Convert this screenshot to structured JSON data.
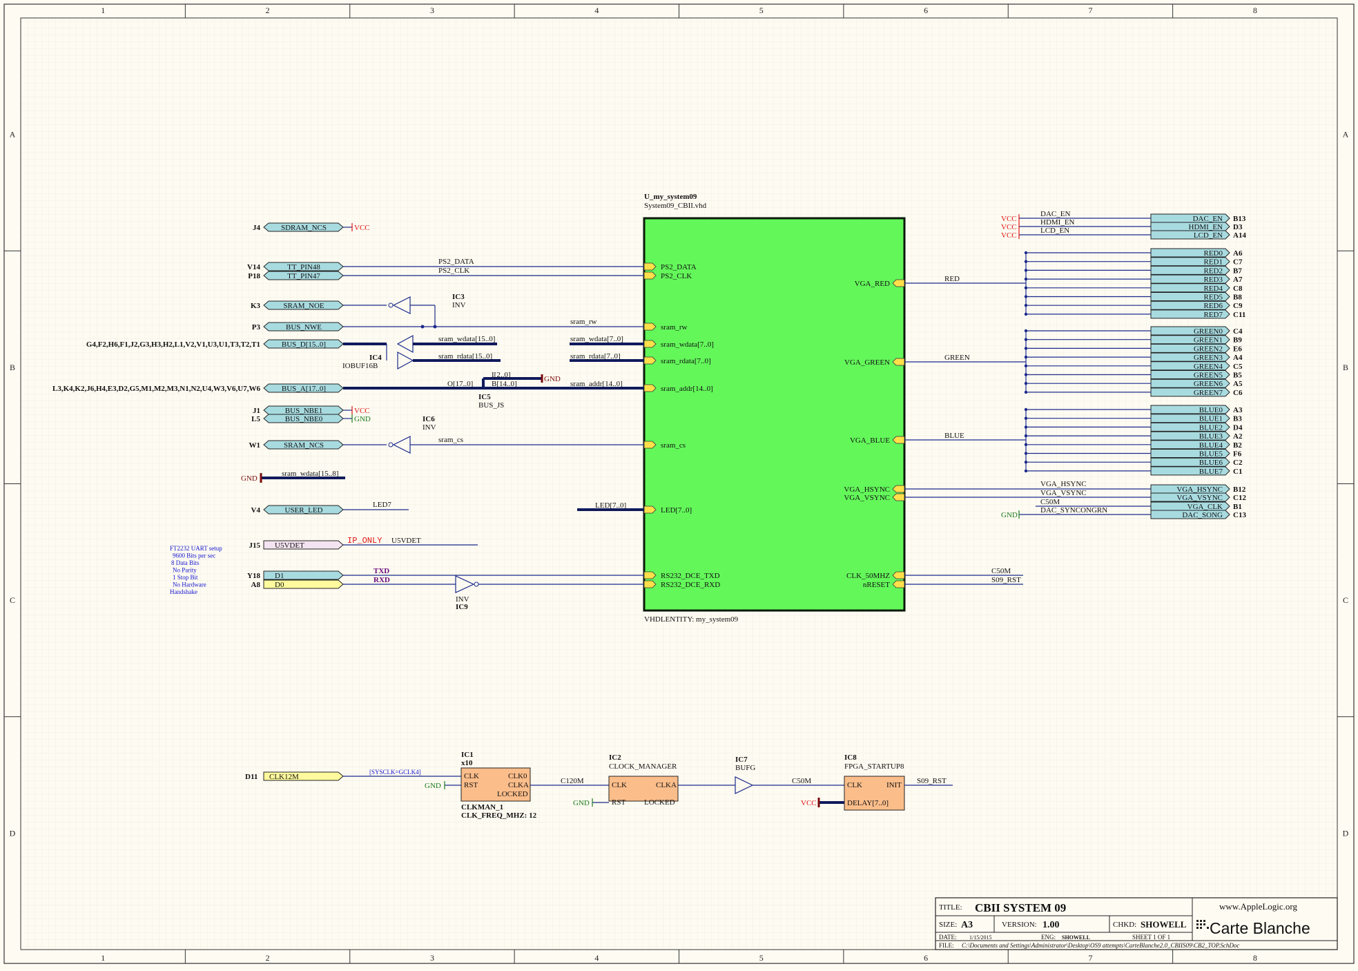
{
  "zones": {
    "columns": [
      "1",
      "2",
      "3",
      "4",
      "5",
      "6",
      "7",
      "8"
    ],
    "rows": [
      "A",
      "B",
      "C",
      "D"
    ]
  },
  "main_block": {
    "ref": "U_my_system09",
    "file": "System09_CBII.vhd",
    "entity": "VHDLENTITY: my_system09",
    "left_pins": [
      "PS2_DATA",
      "PS2_CLK",
      "sram_rw",
      "sram_wdata[7..0]",
      "sram_rdata[7..0]",
      "sram_addr[14..0]",
      "sram_cs",
      "LED[7..0]",
      "RS232_DCE_TXD",
      "RS232_DCE_RXD"
    ],
    "right_pins": [
      "VGA_RED",
      "VGA_GREEN",
      "VGA_BLUE",
      "VGA_HSYNC",
      "VGA_VSYNC",
      "CLK_50MHZ",
      "nRESET"
    ]
  },
  "left_ports": [
    {
      "pin": "J4",
      "name": "SDRAM_NCS",
      "net": "VCC"
    },
    {
      "pin": "V14",
      "name": "TT_PIN48",
      "net": "PS2_DATA"
    },
    {
      "pin": "P18",
      "name": "TT_PIN47",
      "net": "PS2_CLK"
    },
    {
      "pin": "K3",
      "name": "SRAM_NOE",
      "net": ""
    },
    {
      "pin": "P3",
      "name": "BUS_NWE",
      "net": "sram_rw"
    },
    {
      "pin": "G4,F2,H6,F1,J2,G3,H3,H2,L1,V2,V1,U3,U1,T3,T2,T1",
      "name": "BUS_D[15..0]",
      "net": "sram_wdata[15..0]"
    },
    {
      "pin": "L3,K4,K2,J6,H4,E3,D2,G5,M1,M2,M3,N1,N2,U4,W3,V6,U7,W6",
      "name": "BUS_A[17..0]",
      "net": "O[17..0]"
    },
    {
      "pin": "J1",
      "name": "BUS_NBE1",
      "net": "VCC"
    },
    {
      "pin": "L5",
      "name": "BUS_NBE0",
      "net": "GND"
    },
    {
      "pin": "W1",
      "name": "SRAM_NCS",
      "net": "sram_cs"
    },
    {
      "pin": "V4",
      "name": "USER_LED",
      "net": "LED7"
    },
    {
      "pin": "J15",
      "name": "U5VDET",
      "net": "U5VDET"
    },
    {
      "pin": "Y18",
      "name": "D1",
      "net": "TXD"
    },
    {
      "pin": "A8",
      "name": "D0",
      "net": "RXD"
    }
  ],
  "nets": {
    "ps2_data": "PS2_DATA",
    "ps2_clk": "PS2_CLK",
    "sram_rw": "sram_rw",
    "sram_wdata16": "sram_wdata[15..0]",
    "sram_rdata16": "sram_rdata[15..0]",
    "sram_wdata8": "sram_wdata[7..0]",
    "sram_rdata8": "sram_rdata[7..0]",
    "sram_addr": "sram_addr[14..0]",
    "bus_i": "I[2..0]",
    "bus_b": "B[14..0]",
    "bus_o": "O[17..0]",
    "sram_cs": "sram_cs",
    "sram_wdata_hi": "sram_wdata[15..8]",
    "led7": "LED7",
    "led_bus": "LED[7..0]",
    "u5vdet": "U5VDET",
    "ip_only": "IP_ONLY",
    "txd": "TXD",
    "rxd": "RXD",
    "red": "RED",
    "green": "GREEN",
    "blue": "BLUE",
    "vga_hsync": "VGA_HSYNC",
    "vga_vsync": "VGA_VSYNC",
    "c50m": "C50M",
    "dac_syncongrn": "DAC_SYNCONGRN",
    "s09_rst": "S09_RST",
    "c120m": "C120M",
    "sysclk": "[SYSCLK=GCLK4]",
    "dac_en": "DAC_EN",
    "hdmi_en": "HDMI_EN",
    "lcd_en": "LCD_EN",
    "vcc": "VCC",
    "gnd": "GND"
  },
  "components": {
    "ic3": {
      "ref": "IC3",
      "type": "INV"
    },
    "ic4": {
      "ref": "IC4",
      "type": "IOBUF16B"
    },
    "ic5": {
      "ref": "IC5",
      "type": "BUS_JS"
    },
    "ic6": {
      "ref": "IC6",
      "type": "INV"
    },
    "ic9": {
      "ref": "IC9",
      "type": "INV"
    },
    "ic1": {
      "ref": "IC1",
      "sub": "x10",
      "name": "CLKMAN_1",
      "param": "CLK_FREQ_MHZ: 12",
      "pins": [
        "CLK",
        "RST",
        "CLK0",
        "CLKA",
        "LOCKED"
      ]
    },
    "ic2": {
      "ref": "IC2",
      "name": "CLOCK_MANAGER",
      "pins": [
        "CLK",
        "RST",
        "CLKA",
        "LOCKED"
      ]
    },
    "ic7": {
      "ref": "IC7",
      "name": "BUFG"
    },
    "ic8": {
      "ref": "IC8",
      "name": "FPGA_STARTUP8",
      "pins": [
        "CLK",
        "DELAY[7..0]",
        "INIT"
      ]
    }
  },
  "right_ports": [
    {
      "name": "DAC_EN",
      "pin": "B13"
    },
    {
      "name": "HDMI_EN",
      "pin": "D3"
    },
    {
      "name": "LCD_EN",
      "pin": "A14"
    },
    {
      "name": "RED0",
      "pin": "A6"
    },
    {
      "name": "RED1",
      "pin": "C7"
    },
    {
      "name": "RED2",
      "pin": "B7"
    },
    {
      "name": "RED3",
      "pin": "A7"
    },
    {
      "name": "RED4",
      "pin": "C8"
    },
    {
      "name": "RED5",
      "pin": "B8"
    },
    {
      "name": "RED6",
      "pin": "C9"
    },
    {
      "name": "RED7",
      "pin": "C11"
    },
    {
      "name": "GREEN0",
      "pin": "C4"
    },
    {
      "name": "GREEN1",
      "pin": "B9"
    },
    {
      "name": "GREEN2",
      "pin": "E6"
    },
    {
      "name": "GREEN3",
      "pin": "A4"
    },
    {
      "name": "GREEN4",
      "pin": "C5"
    },
    {
      "name": "GREEN5",
      "pin": "B5"
    },
    {
      "name": "GREEN6",
      "pin": "A5"
    },
    {
      "name": "GREEN7",
      "pin": "C6"
    },
    {
      "name": "BLUE0",
      "pin": "A3"
    },
    {
      "name": "BLUE1",
      "pin": "B3"
    },
    {
      "name": "BLUE2",
      "pin": "D4"
    },
    {
      "name": "BLUE3",
      "pin": "A2"
    },
    {
      "name": "BLUE4",
      "pin": "B2"
    },
    {
      "name": "BLUE5",
      "pin": "F6"
    },
    {
      "name": "BLUE6",
      "pin": "C2"
    },
    {
      "name": "BLUE7",
      "pin": "C1"
    },
    {
      "name": "VGA_HSYNC",
      "pin": "B12"
    },
    {
      "name": "VGA_VSYNC",
      "pin": "C12"
    },
    {
      "name": "VGA_CLK",
      "pin": "B1"
    },
    {
      "name": "DAC_SONG",
      "pin": "C13"
    }
  ],
  "clock_port": {
    "pin": "D11",
    "name": "CLK12M"
  },
  "uart_note": [
    "FT2232 UART setup",
    "9600 Bits per sec",
    "8 Data Bits",
    "No Parity",
    "1 Stop Bit",
    "No Hardware",
    "Handshake"
  ],
  "title_block": {
    "title_label": "TITLE:",
    "title": "CBII SYSTEM 09",
    "size_label": "SIZE:",
    "size": "A3",
    "version_label": "VERSION:",
    "version": "1.00",
    "chkd_label": "CHKD:",
    "chkd": "SHOWELL",
    "date_label": "DATE:",
    "date": "1/15/2015",
    "eng_label": "ENG:",
    "eng": "SHOWELL",
    "sheet": "SHEET 1 OF 1",
    "file_label": "FILE:",
    "file": "C:\\Documents and Settings\\Administrator\\Desktop\\OS9 attempts\\CarteBlanche2.0_CBIIS09\\CB2_TOP.SchDoc",
    "logo_top": "www.AppleLogic.org",
    "logo_main": "Carte Blanche"
  },
  "colors": {
    "block": "#63f75a",
    "port": "#a8dbe0",
    "clock_block": "#fbbd8a",
    "wire": "#1b2a8c",
    "vcc": "#e01515",
    "gnd": "#1c7a1c"
  }
}
